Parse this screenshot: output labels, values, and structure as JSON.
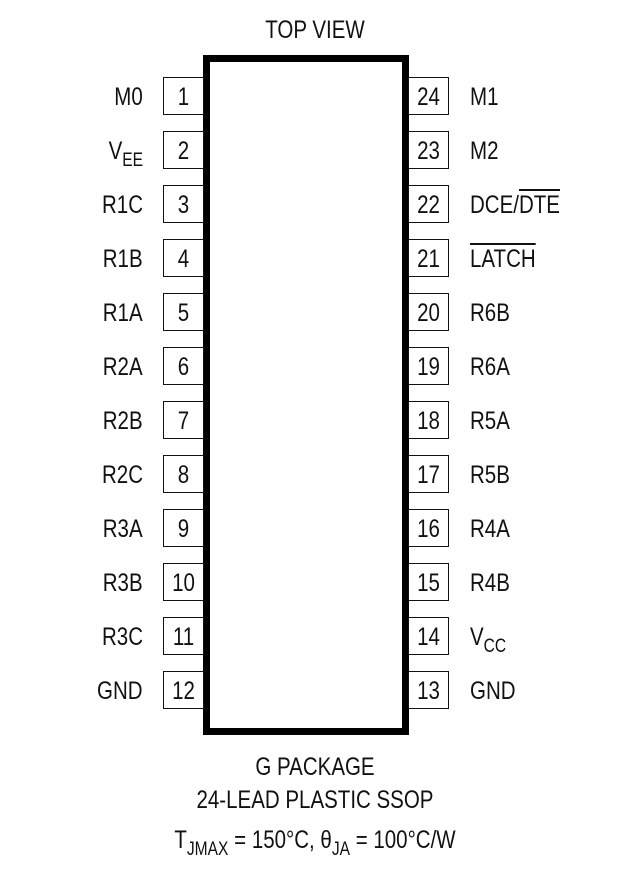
{
  "title": "TOP VIEW",
  "left_pins": [
    {
      "num": "1",
      "label": "M0"
    },
    {
      "num": "2",
      "label": "V",
      "sub": "EE"
    },
    {
      "num": "3",
      "label": "R1C"
    },
    {
      "num": "4",
      "label": "R1B"
    },
    {
      "num": "5",
      "label": "R1A"
    },
    {
      "num": "6",
      "label": "R2A"
    },
    {
      "num": "7",
      "label": "R2B"
    },
    {
      "num": "8",
      "label": "R2C"
    },
    {
      "num": "9",
      "label": "R3A"
    },
    {
      "num": "10",
      "label": "R3B"
    },
    {
      "num": "11",
      "label": "R3C"
    },
    {
      "num": "12",
      "label": "GND"
    }
  ],
  "right_pins": [
    {
      "num": "24",
      "label": "M1"
    },
    {
      "num": "23",
      "label": "M2"
    },
    {
      "num": "22",
      "label": "DCE/",
      "overline": "DTE"
    },
    {
      "num": "21",
      "label": "",
      "overline": "LATCH"
    },
    {
      "num": "20",
      "label": "R6B"
    },
    {
      "num": "19",
      "label": "R6A"
    },
    {
      "num": "18",
      "label": "R5A"
    },
    {
      "num": "17",
      "label": "R5B"
    },
    {
      "num": "16",
      "label": "R4A"
    },
    {
      "num": "15",
      "label": "R4B"
    },
    {
      "num": "14",
      "label": "V",
      "sub": "CC"
    },
    {
      "num": "13",
      "label": "GND"
    }
  ],
  "package": {
    "line1": "G PACKAGE",
    "line2": "24-LEAD PLASTIC SSOP",
    "thermal": {
      "t": "T",
      "t_sub": "JMAX",
      "t_val": " = 150°C, ",
      "theta": "θ",
      "theta_sub": "JA",
      "theta_val": " = 100°C/W"
    }
  }
}
